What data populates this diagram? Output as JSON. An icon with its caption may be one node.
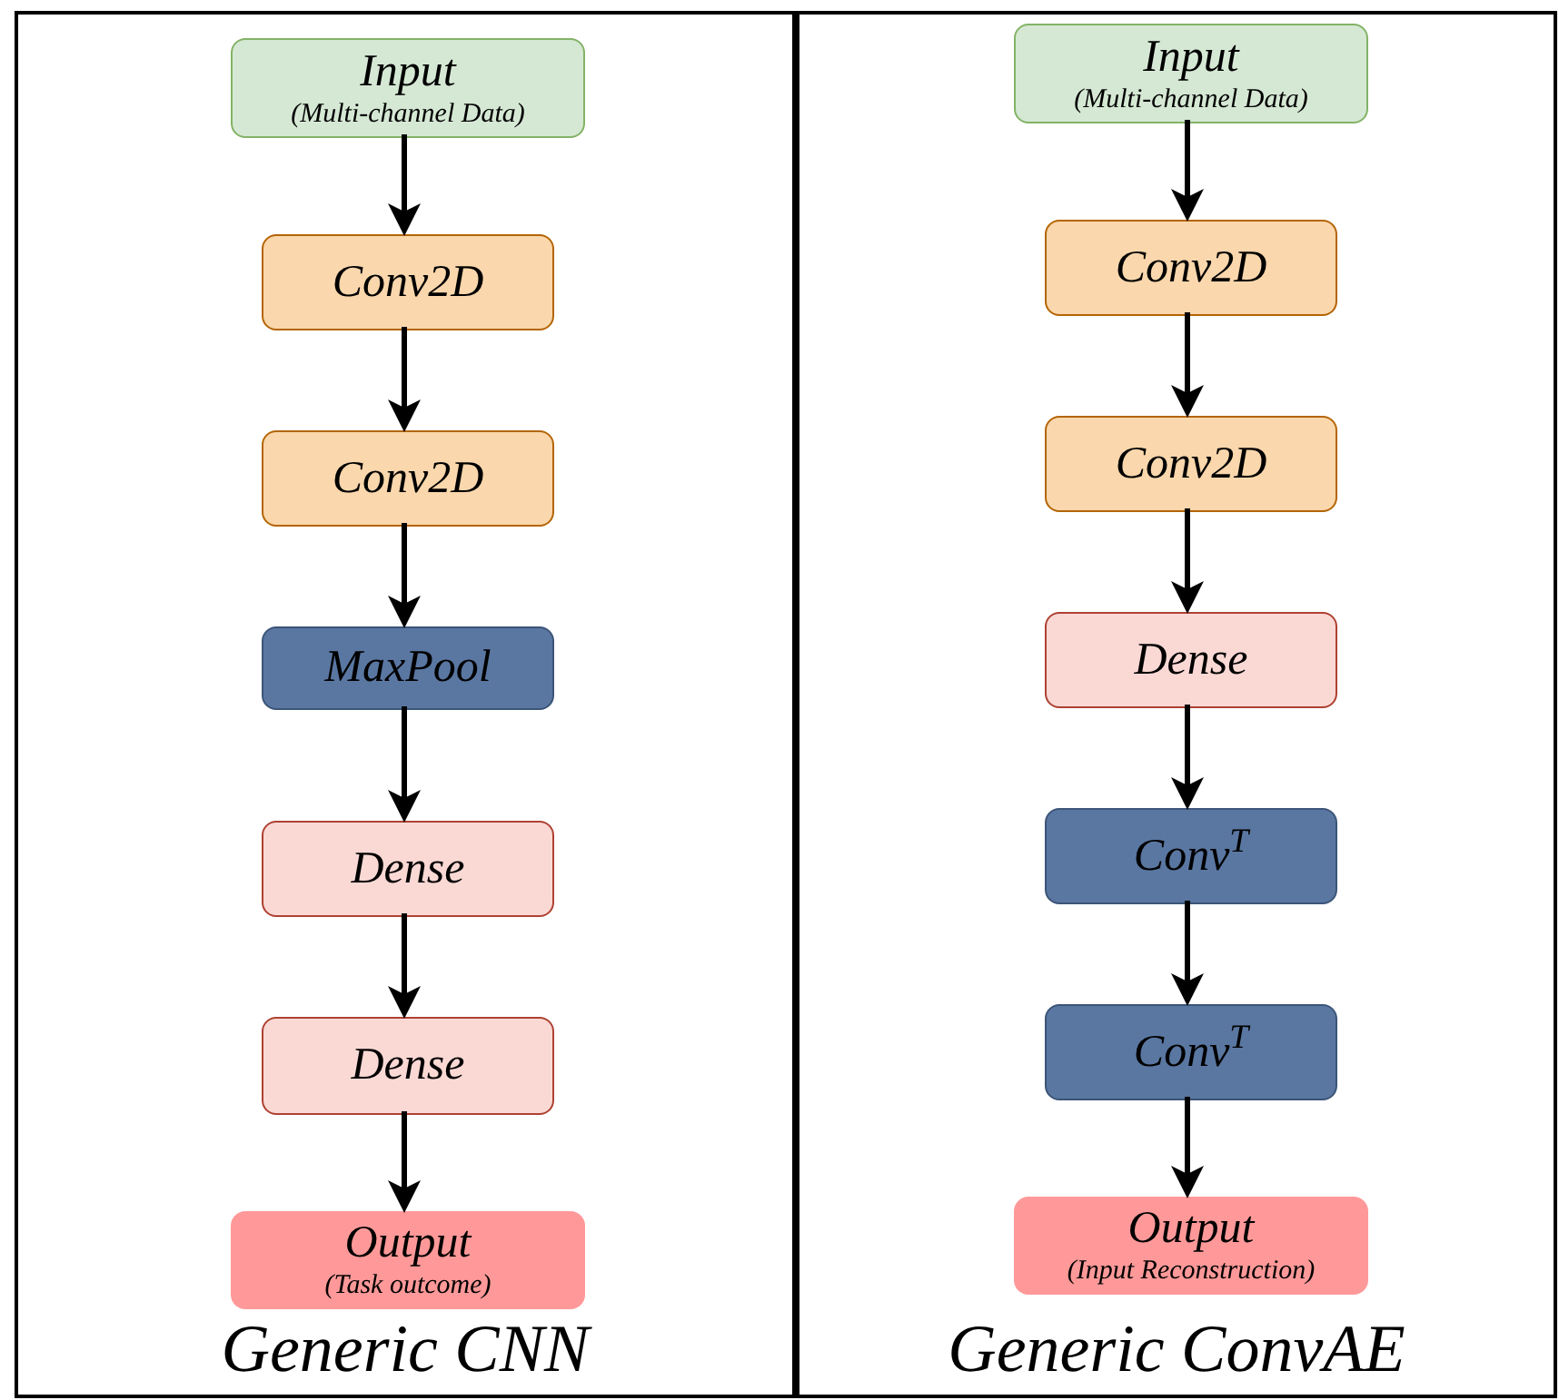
{
  "diagram": {
    "nodes": [
      {
        "text": [
          "Generic CNN"
        ]
      },
      {
        "text": [
          "Input",
          "(Multi-channel Data)"
        ],
        "in": 0
      },
      {
        "text": [
          "Conv2D"
        ],
        "in": 0
      },
      {
        "text": [
          "Conv2D"
        ],
        "in": 0
      },
      {
        "text": [
          "MaxPool"
        ],
        "in": 0
      },
      {
        "text": [
          "Dense"
        ],
        "in": 0
      },
      {
        "text": [
          "Dense"
        ],
        "in": 0
      },
      {
        "text": [
          "Output",
          "(Task outcome)"
        ],
        "in": 0
      },
      {
        "text": [
          "Generic ConvAE"
        ]
      },
      {
        "text": [
          "Input",
          "(Multi-channel Data)"
        ],
        "in": 8
      },
      {
        "text": [
          "Conv2D"
        ],
        "in": 8
      },
      {
        "text": [
          "Conv2D"
        ],
        "in": 8
      },
      {
        "text": [
          "Dense"
        ],
        "in": 8
      },
      {
        "text": [
          "Conv$^{T}$"
        ],
        "in": 8
      },
      {
        "text": [
          "Conv$^{T}$"
        ],
        "in": 8
      },
      {
        "text": [
          "Output",
          "(Input Reconstruction)"
        ],
        "in": 8
      }
    ],
    "edges": [
      {
        "from": 1,
        "to": 2,
        "arrow": "to"
      },
      {
        "from": 2,
        "to": 3,
        "arrow": "to"
      },
      {
        "from": 3,
        "to": 4,
        "arrow": "to"
      },
      {
        "from": 4,
        "to": 5,
        "arrow": "to"
      },
      {
        "from": 5,
        "to": 6,
        "arrow": "to"
      },
      {
        "from": 6,
        "to": 7,
        "arrow": "to"
      },
      {
        "from": 9,
        "to": 10,
        "arrow": "to"
      },
      {
        "from": 10,
        "to": 11,
        "arrow": "to"
      },
      {
        "from": 11,
        "to": 12,
        "arrow": "to"
      },
      {
        "from": 12,
        "to": 13,
        "arrow": "to"
      },
      {
        "from": 13,
        "to": 14,
        "arrow": "to"
      },
      {
        "from": 14,
        "to": 15,
        "arrow": "to"
      }
    ]
  }
}
